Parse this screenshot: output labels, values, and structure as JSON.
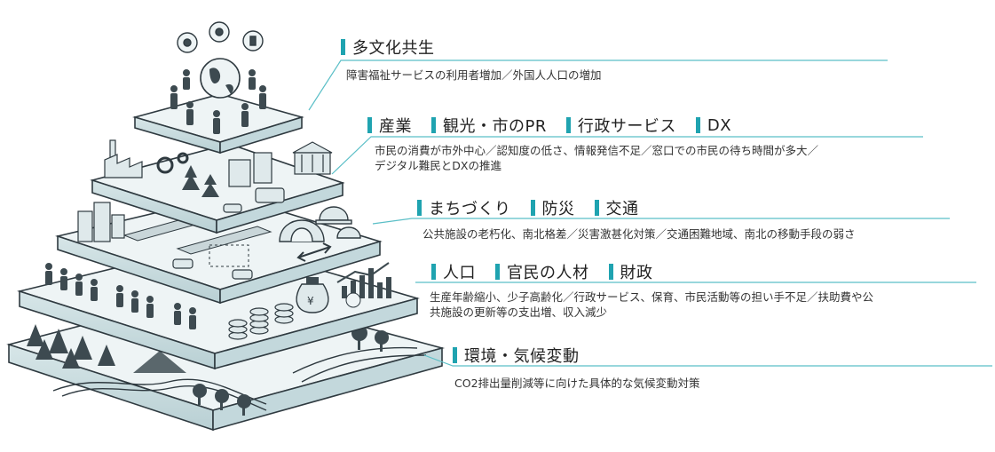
{
  "tiers": [
    {
      "headings": [
        "多文化共生"
      ],
      "description": [
        "障害福祉サービスの利用者増加／外国人人口の増加"
      ]
    },
    {
      "headings": [
        "産業",
        "観光・市のPR",
        "行政サービス",
        "DX"
      ],
      "description": [
        "市民の消費が市外中心／認知度の低さ、情報発信不足／窓口での市民の待ち時間が多大／",
        "デジタル難民とDXの推進"
      ]
    },
    {
      "headings": [
        "まちづくり",
        "防災",
        "交通"
      ],
      "description": [
        "公共施設の老朽化、南北格差／災害激甚化対策／交通困難地域、南北の移動手段の弱さ"
      ]
    },
    {
      "headings": [
        "人口",
        "官民の人材",
        "財政"
      ],
      "description": [
        "生産年齢縮小、少子高齢化／行政サービス、保育、市民活動等の担い手不足／扶助費や公",
        "共施設の更新等の支出増、収入減少"
      ]
    },
    {
      "headings": [
        "環境・気候変動"
      ],
      "description": [
        "CO2排出量削減等に向けた具体的な気候変動対策"
      ]
    }
  ],
  "colors": {
    "accent": "#1fa3b0",
    "line": "#5bbfc7",
    "slab_top": "#eef4f5",
    "slab_side": "#c9dde0",
    "ink": "#2f3a40"
  }
}
